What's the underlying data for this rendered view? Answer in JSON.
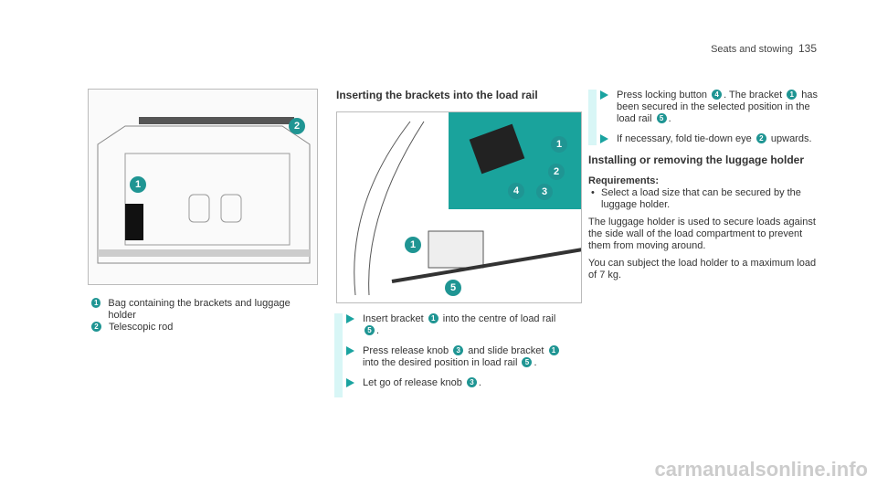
{
  "header": {
    "section": "Seats and stowing",
    "page": "135"
  },
  "figure1": {
    "callouts": [
      "1",
      "2"
    ],
    "captions": [
      {
        "n": "1",
        "text": "Bag containing the brackets and luggage holder"
      },
      {
        "n": "2",
        "text": "Telescopic rod"
      }
    ]
  },
  "section1": {
    "heading": "Inserting the brackets into the load rail",
    "figure_callouts": [
      "1",
      "2",
      "3",
      "4",
      "5"
    ],
    "steps": [
      {
        "parts": [
          "Insert bracket ",
          "1",
          " into the centre of load rail ",
          "5",
          "."
        ]
      },
      {
        "parts": [
          "Press release knob ",
          "3",
          " and slide bracket ",
          "1",
          " into the desired position in load rail ",
          "5",
          "."
        ]
      },
      {
        "parts": [
          "Let go of release knob ",
          "3",
          "."
        ]
      }
    ]
  },
  "right": {
    "steps": [
      {
        "parts": [
          "Press locking button ",
          "4",
          ". The bracket ",
          "1",
          " has been secured in the selected position in the load rail ",
          "5",
          "."
        ]
      },
      {
        "parts": [
          "If necessary, fold tie-down eye ",
          "2",
          " upwards."
        ]
      }
    ],
    "heading": "Installing or removing the luggage holder",
    "req_label": "Requirements:",
    "req_item": "Select a load size that can be secured by the luggage holder.",
    "para1": "The luggage holder is used to secure loads against the side wall of the load compartment to prevent them from moving around.",
    "para2": "You can subject the load holder to a maximum load of 7 kg."
  },
  "watermark": "carmanualsonline.info"
}
